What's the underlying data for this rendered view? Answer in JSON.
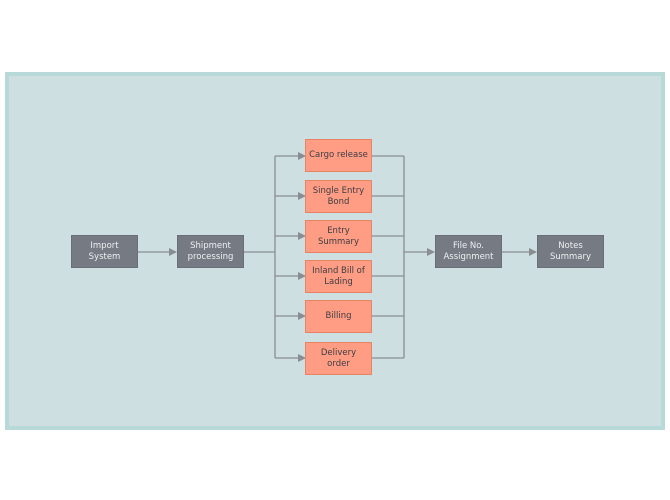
{
  "colors": {
    "panel_background": "#cddfe0",
    "panel_border": "#b7dad9",
    "dark_node": "#767a83",
    "orange_node": "#fe9d83",
    "connector": "#8a8d92"
  },
  "nodes": {
    "import_system": "Import System",
    "shipment_processing": "Shipment\nprocessing",
    "cargo_release": "Cargo release",
    "single_entry_bond": "Single Entry\nBond",
    "entry_summary": "Entry Summary",
    "inland_bill_of_lading": "Inland Bill of\nLading",
    "billing": "Billing",
    "delivery_order": "Delivery order",
    "file_no_assignment": "File No.\nAssignment",
    "notes_summary": "Notes\nSummary"
  }
}
